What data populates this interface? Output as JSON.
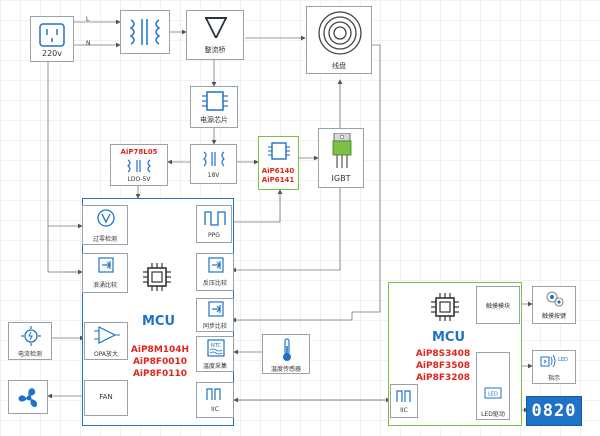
{
  "labels": {
    "power_plug": "220v",
    "transformer_L": "L",
    "transformer_N": "N",
    "rectifier": "整流桥",
    "coil": "线盘",
    "power_chip": "电源芯片",
    "ldo_part": "AiP78L05",
    "ldo": "LDO-5V",
    "v18": "18V",
    "driver_parts": [
      "AiP6140",
      "AiP6141"
    ],
    "igbt": "IGBT",
    "zero_detect": "过零检测",
    "surge_compare": "浪涌比较",
    "ppg": "PPG",
    "reverse_compare": "反压比较",
    "sync_compare": "同步比较",
    "temp_sample": "温度采集",
    "temp_sensor": "温度传感器",
    "current_detect": "电流检测",
    "opa": "OPA放大",
    "fan": "FAN",
    "iic_left": "IIC",
    "iic_right": "IIC",
    "mcu_main": "MCU",
    "mcu_main_parts": [
      "AiP8M104H",
      "AiP8F0010",
      "AiP8F0110"
    ],
    "mcu_right": "MCU",
    "mcu_right_parts": [
      "AiP8S3408",
      "AiP8F3508",
      "AiP8F3208"
    ],
    "touch_module": "触摸模块",
    "touch_key": "触摸按键",
    "led_drive": "LED驱动",
    "indicator": "指示",
    "led_text": "LED",
    "display_digits": "0820"
  },
  "colors": {
    "mcu_border": "#1e73c8",
    "green_border": "#7cc242",
    "red_text": "#e0261c",
    "icon_blue": "#1e73c8",
    "display_bg": "#1e73c8"
  }
}
